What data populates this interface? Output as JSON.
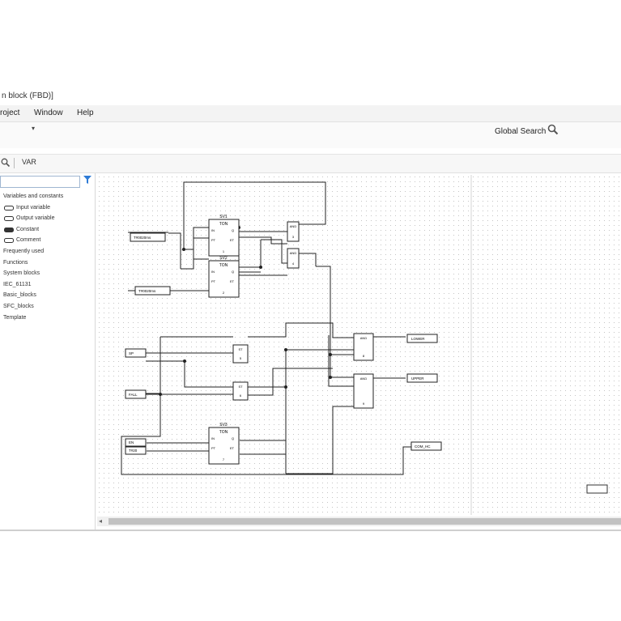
{
  "window": {
    "title": "n block (FBD)]"
  },
  "menu": {
    "items": [
      "roject",
      "Window",
      "Help"
    ]
  },
  "toolbar": {
    "dropdown_arrow": "▾",
    "global_search_label": "Global Search"
  },
  "var_bar": {
    "label": "VAR"
  },
  "sidebar": {
    "filter_value": "",
    "tree": [
      {
        "label": "Variables and constants",
        "sub": false,
        "icon": ""
      },
      {
        "label": "Input variable",
        "sub": true,
        "icon": "input-variable-icon"
      },
      {
        "label": "Output variable",
        "sub": true,
        "icon": "output-variable-icon"
      },
      {
        "label": "Constant",
        "sub": true,
        "icon": "constant-icon"
      },
      {
        "label": "Comment",
        "sub": true,
        "icon": "comment-icon"
      },
      {
        "label": "Frequently used",
        "sub": false,
        "icon": ""
      },
      {
        "label": "Functions",
        "sub": false,
        "icon": ""
      },
      {
        "label": "System blocks",
        "sub": false,
        "icon": ""
      },
      {
        "label": "IEC_61131",
        "sub": false,
        "icon": ""
      },
      {
        "label": "Basic_blocks",
        "sub": false,
        "icon": ""
      },
      {
        "label": "SFC_blocks",
        "sub": false,
        "icon": ""
      },
      {
        "label": "Template",
        "sub": false,
        "icon": ""
      }
    ]
  },
  "diagram": {
    "blocks": [
      {
        "instance": "SV1",
        "type": "TON",
        "pins_in": [
          "IN",
          "PT"
        ],
        "pins_out": [
          "Q",
          "ET"
        ],
        "number": "1"
      },
      {
        "instance": "SV2",
        "type": "TON",
        "pins_in": [
          "IN",
          "PT"
        ],
        "pins_out": [
          "Q",
          "ET"
        ],
        "number": "2"
      },
      {
        "instance": "SV3",
        "type": "TON",
        "pins_in": [
          "IN",
          "PT"
        ],
        "pins_out": [
          "Q",
          "ET"
        ],
        "number": "7"
      },
      {
        "type": "AND",
        "number": "3"
      },
      {
        "type": "AND",
        "number": "4"
      },
      {
        "type": "AND",
        "number": "8"
      },
      {
        "type": "AND",
        "number": "9"
      },
      {
        "type": "ST",
        "number": "5"
      },
      {
        "type": "ST",
        "number": "6"
      }
    ],
    "inputs": [
      "T#0020ms",
      "T#0020ms",
      "SP",
      "FALL",
      "EN",
      "T#20"
    ],
    "outputs": [
      "LOWER",
      "UPPER",
      "COM_HC"
    ]
  },
  "colors": {
    "menubar_bg": "#f3f3f3",
    "grid_dot": "#c4c4c4",
    "wire": "#222222",
    "scroll_thumb": "#c2c2c2",
    "filter_icon": "#2e7bd6"
  }
}
